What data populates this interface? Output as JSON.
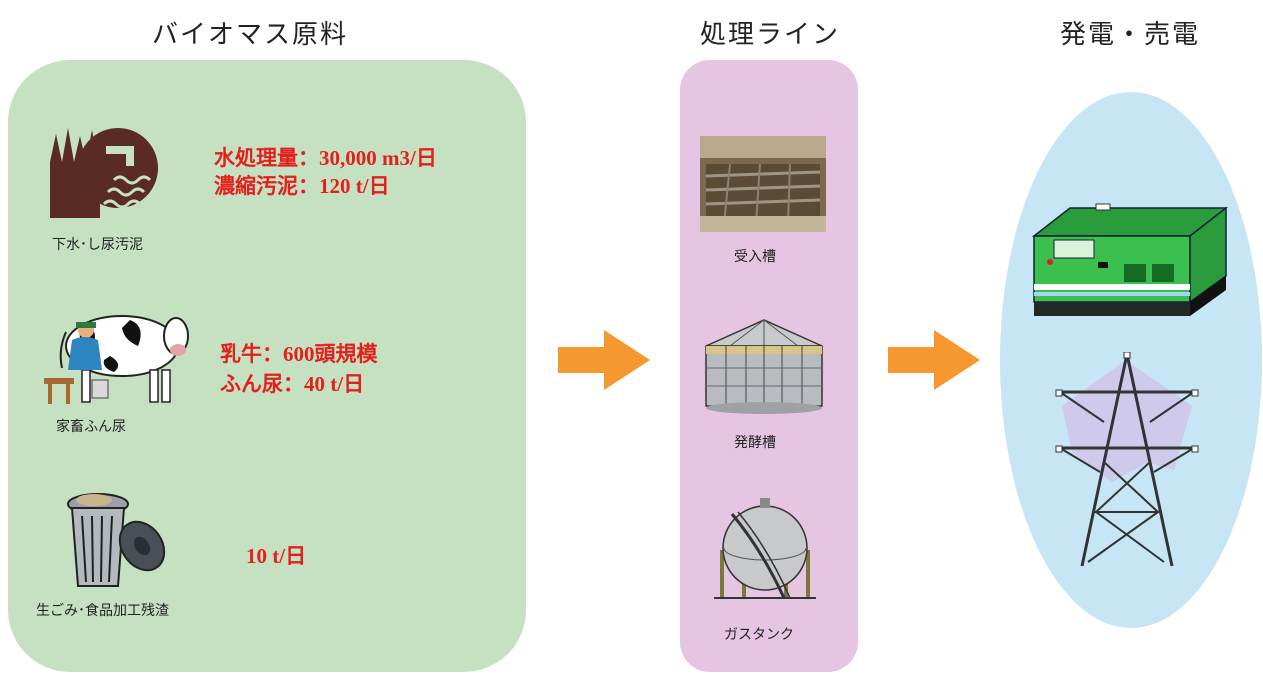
{
  "columns": {
    "raw_title": "バイオマス原料",
    "process_title": "処理ライン",
    "power_title": "発電・売電"
  },
  "raw": [
    {
      "icon": "sewage-plant-icon",
      "label": "下水･し尿汚泥",
      "stats": [
        "水処理量：30,000 m3/日",
        "濃縮汚泥：120 t/日"
      ]
    },
    {
      "icon": "dairy-cow-icon",
      "label": "家畜ふん尿",
      "stats": [
        "乳牛：600頭規模",
        "ふん尿：40 t/日"
      ]
    },
    {
      "icon": "trash-can-icon",
      "label": "生ごみ･食品加工残渣",
      "stats": [
        "10 t/日"
      ]
    }
  ],
  "process": [
    {
      "icon": "receiving-tank-photo",
      "label": "受入槽"
    },
    {
      "icon": "fermentation-tank-icon",
      "label": "発酵槽"
    },
    {
      "icon": "gas-tank-icon",
      "label": "ガスタンク"
    }
  ],
  "power": [
    {
      "icon": "generator-icon"
    },
    {
      "icon": "power-tower-icon"
    }
  ],
  "colors": {
    "raw_panel": "#c5e1c2",
    "process_panel": "#e6c5e2",
    "power_panel": "#c6e6f5",
    "arrow": "#f4982f",
    "stat_text": "#e4201c"
  }
}
